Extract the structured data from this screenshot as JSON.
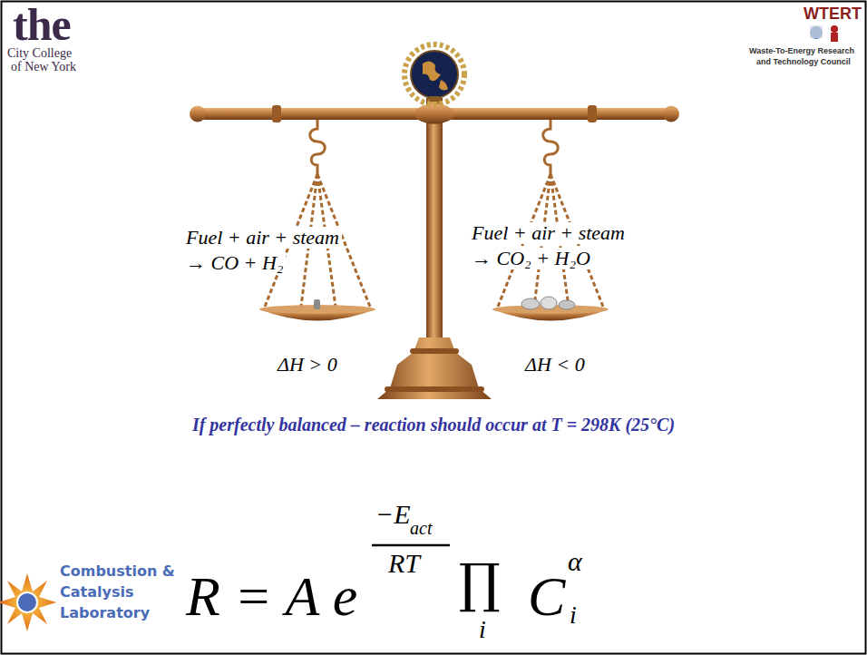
{
  "diagram": {
    "labels": [
      "the",
      "City College",
      "of New York",
      "WTERT",
      "Waste-To-Energy Research",
      "and Technology Council",
      "Fuel + air + steam",
      "→ CO + H₂",
      "ΔH > 0",
      "Fuel + air + steam",
      "→ CO₂ + H₂O",
      "ΔH < 0",
      "If perfectly balanced – reaction should occur at T = 298K (25°C)",
      "R = A e",
      "−E",
      "act",
      "RT",
      "∏",
      "i",
      "C",
      "α",
      "i",
      "Combustion &",
      "Catalysis",
      "Laboratory"
    ]
  }
}
